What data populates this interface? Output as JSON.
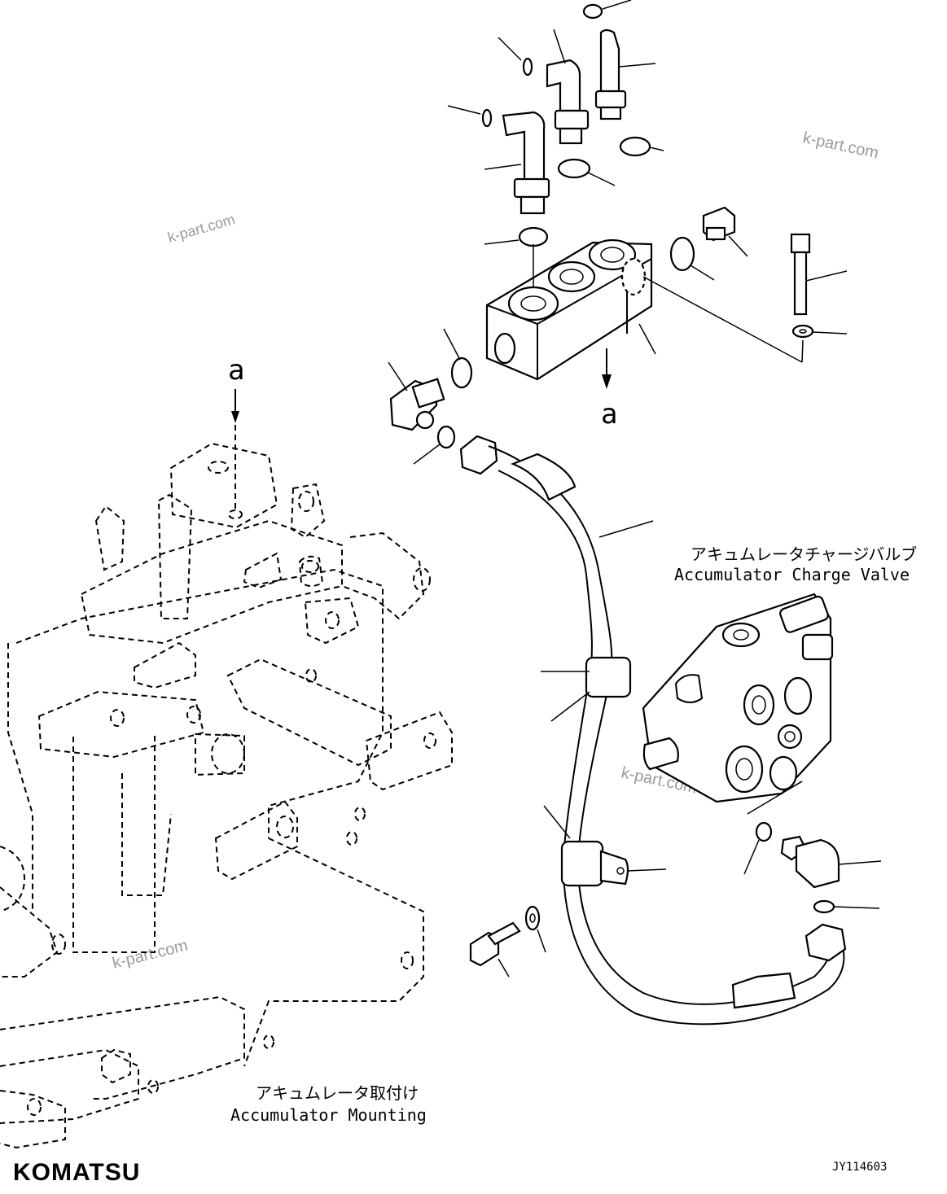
{
  "labels": {
    "view_marker_top": "a",
    "view_marker_block": "a",
    "charge_valve_jp": "アキュムレータチャージバルブ",
    "charge_valve_en": "Accumulator Charge Valve",
    "mounting_jp": "アキュムレータ取付け",
    "mounting_en": "Accumulator Mounting",
    "drawing_code": "JY114603",
    "brand": "KOMATSU"
  },
  "watermarks": [
    "k-part.com",
    "k-part.com",
    "k-part.com",
    "k-part.com"
  ]
}
